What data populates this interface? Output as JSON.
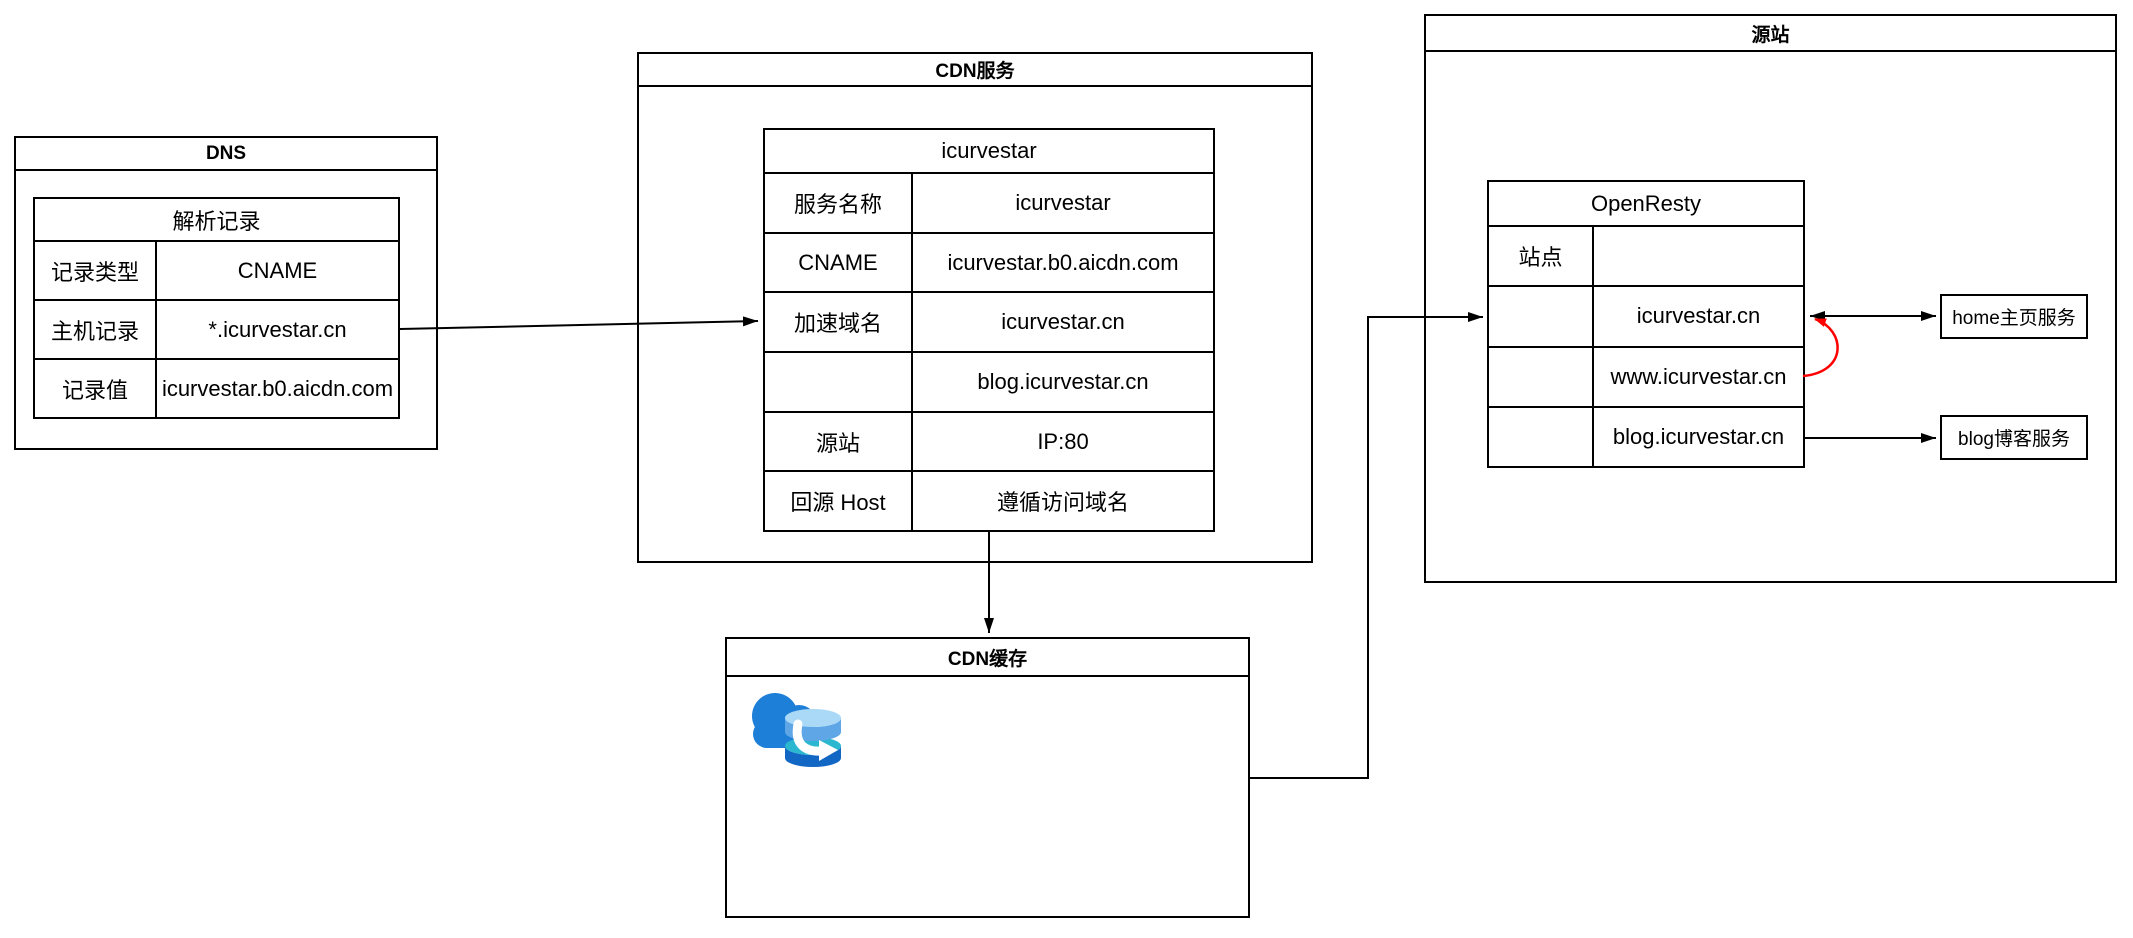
{
  "diagram": {
    "dns": {
      "title": "DNS",
      "table": {
        "title": "解析记录",
        "rows": [
          {
            "label": "记录类型",
            "value": "CNAME"
          },
          {
            "label": "主机记录",
            "value": "*.icurvestar.cn"
          },
          {
            "label": "记录值",
            "value": "icurvestar.b0.aicdn.com"
          }
        ]
      }
    },
    "cdn_service": {
      "title": "CDN服务",
      "table": {
        "title": "icurvestar",
        "rows": [
          {
            "label": "服务名称",
            "value": "icurvestar"
          },
          {
            "label": "CNAME",
            "value": "icurvestar.b0.aicdn.com"
          },
          {
            "label": "加速域名",
            "value": "icurvestar.cn"
          },
          {
            "label": "",
            "value": "blog.icurvestar.cn"
          },
          {
            "label": "源站",
            "value": "IP:80"
          },
          {
            "label": "回源 Host",
            "value": "遵循访问域名"
          }
        ]
      }
    },
    "cdn_cache": {
      "title": "CDN缓存",
      "icon": "cloud-database-sync-icon",
      "icon_colors": {
        "cloud": "#1e7fd8",
        "db_upper_top": "#a9d9f7",
        "db_upper_body": "#5ea6e6",
        "db_teal": "#2ab7cf",
        "db_lower_body": "#1266c4",
        "arrow": "#ffffff"
      }
    },
    "origin": {
      "title": "源站",
      "table": {
        "title": "OpenResty",
        "rows": [
          {
            "label": "站点",
            "value": ""
          },
          {
            "label": "",
            "value": "icurvestar.cn"
          },
          {
            "label": "",
            "value": "www.icurvestar.cn"
          },
          {
            "label": "",
            "value": "blog.icurvestar.cn"
          }
        ]
      },
      "services": [
        {
          "label": "home主页服务"
        },
        {
          "label": "blog博客服务"
        }
      ]
    },
    "colors": {
      "line": "#000000",
      "highlight_arrow": "#ff0000",
      "background": "#ffffff"
    }
  }
}
